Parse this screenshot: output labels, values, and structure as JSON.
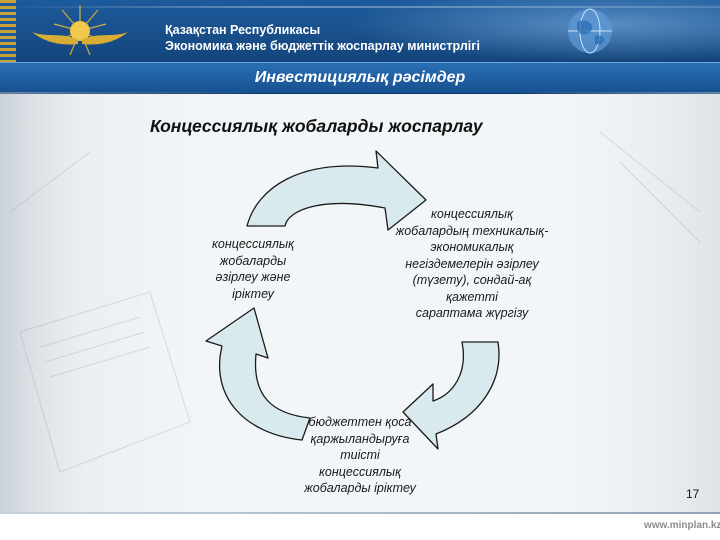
{
  "header": {
    "org_line1": "Қазақстан Республикасы",
    "org_line2": "Экономика және бюджеттік жоспарлау министрлігі"
  },
  "band": {
    "title": "Инвестициялық рәсімдер"
  },
  "slide": {
    "title": "Концессиялық жобаларды жоспарлау",
    "steps": [
      {
        "lines": [
          "концессиялық",
          "жобаларды",
          "әзірлеу және",
          "іріктеу"
        ]
      },
      {
        "lines": [
          "концессиялық",
          "жобалардың техникалық-",
          "экономикалық",
          "негіздемелерін әзірлеу",
          "(түзету), сондай-ақ",
          "қажетті",
          "сараптама жүргізу"
        ]
      },
      {
        "lines": [
          "бюджеттен қоса",
          "қаржыландыруға",
          "тиісті",
          "концессиялық",
          "жобаларды іріктеу"
        ]
      }
    ],
    "page_number": "17"
  },
  "footer": {
    "site": "www.minplan.kz"
  },
  "colors": {
    "header_blue": "#1d5a9c",
    "band_blue": "#2a6fb4",
    "arrow_fill": "#d9eaef",
    "arrow_stroke": "#1a1a1a",
    "emblem_gold": "#e0b83a"
  },
  "icons": [
    "state-emblem-icon",
    "globe-icon"
  ]
}
